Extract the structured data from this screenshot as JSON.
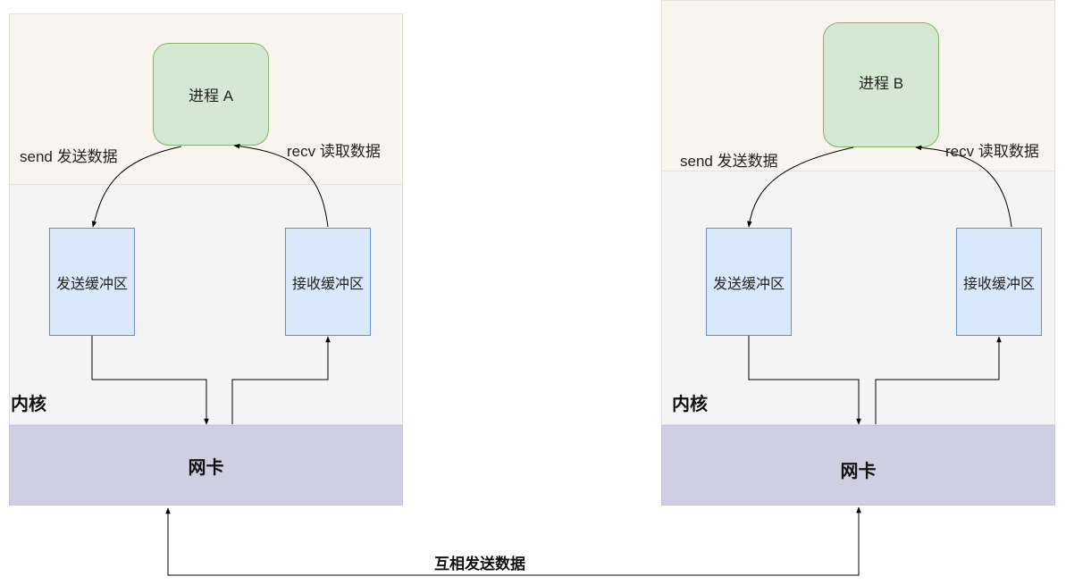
{
  "left": {
    "process": "进程 A",
    "send_label": "send 发送数据",
    "recv_label": "recv 读取数据",
    "send_buffer": "发送缓冲区",
    "recv_buffer": "接收缓冲区",
    "kernel": "内核",
    "nic": "网卡"
  },
  "right": {
    "process": "进程 B",
    "send_label": "send 发送数据",
    "recv_label": "recv 读取数据",
    "send_buffer": "发送缓冲区",
    "recv_buffer": "接收缓冲区",
    "kernel": "内核",
    "nic": "网卡"
  },
  "link_label": "互相发送数据",
  "colors": {
    "process_fill": "#d5e8d4",
    "process_stroke": "#82b366",
    "buffer_fill": "#dae8fc",
    "buffer_stroke": "#6c8ebf",
    "nic_fill": "#d0cee2",
    "user_area_fill": "#f7f5ee",
    "kernel_area_fill": "#f4f4f4"
  }
}
